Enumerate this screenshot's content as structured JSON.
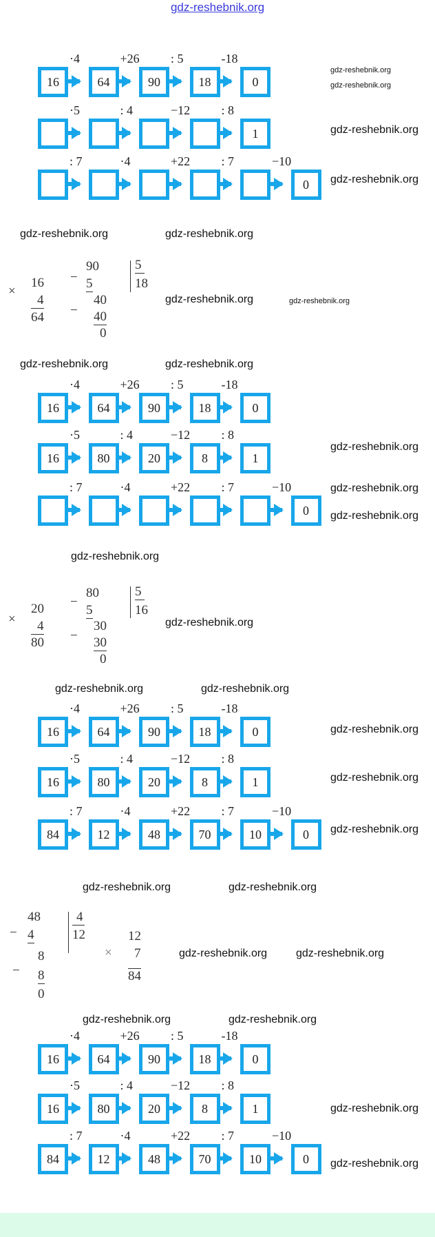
{
  "header": {
    "site_link": "gdz-reshebnik.org"
  },
  "watermark": "gdz-reshebnik.org",
  "colors": {
    "box_border": "#18a6ea",
    "footer": "#dcfbe9",
    "link": "#3b3bdd"
  },
  "groups": [
    {
      "rows": [
        {
          "values": [
            "16",
            "64",
            "90",
            "18",
            "0"
          ],
          "ops": [
            "·4",
            "+26",
            ": 5",
            "-18"
          ]
        },
        {
          "values": [
            "",
            "",
            "",
            "",
            "1"
          ],
          "ops": [
            "·5",
            ": 4",
            "−12",
            ": 8"
          ]
        },
        {
          "values": [
            "",
            "",
            "",
            "",
            "",
            "0"
          ],
          "ops": [
            ": 7",
            "·4",
            "+22",
            ": 7",
            "−10"
          ]
        }
      ]
    },
    {
      "rows": [
        {
          "values": [
            "16",
            "64",
            "90",
            "18",
            "0"
          ],
          "ops": [
            "·4",
            "+26",
            ": 5",
            "-18"
          ]
        },
        {
          "values": [
            "16",
            "80",
            "20",
            "8",
            "1"
          ],
          "ops": [
            "·5",
            ": 4",
            "−12",
            ": 8"
          ]
        },
        {
          "values": [
            "",
            "",
            "",
            "",
            "",
            "0"
          ],
          "ops": [
            ": 7",
            "·4",
            "+22",
            ": 7",
            "−10"
          ]
        }
      ]
    },
    {
      "rows": [
        {
          "values": [
            "16",
            "64",
            "90",
            "18",
            "0"
          ],
          "ops": [
            "·4",
            "+26",
            ": 5",
            "-18"
          ]
        },
        {
          "values": [
            "16",
            "80",
            "20",
            "8",
            "1"
          ],
          "ops": [
            "·5",
            ": 4",
            "−12",
            ": 8"
          ]
        },
        {
          "values": [
            "84",
            "12",
            "48",
            "70",
            "10",
            "0"
          ],
          "ops": [
            ": 7",
            "·4",
            "+22",
            ": 7",
            "−10"
          ]
        }
      ]
    },
    {
      "rows": [
        {
          "values": [
            "16",
            "64",
            "90",
            "18",
            "0"
          ],
          "ops": [
            "·4",
            "+26",
            ": 5",
            "-18"
          ]
        },
        {
          "values": [
            "16",
            "80",
            "20",
            "8",
            "1"
          ],
          "ops": [
            "·5",
            ": 4",
            "−12",
            ": 8"
          ]
        },
        {
          "values": [
            "84",
            "12",
            "48",
            "70",
            "10",
            "0"
          ],
          "ops": [
            ": 7",
            "·4",
            "+22",
            ": 7",
            "−10"
          ]
        }
      ]
    }
  ],
  "calc1": {
    "times": "×",
    "m1": "16",
    "m2": "4",
    "mres": "64",
    "minus": "−",
    "dividend": "90",
    "sub1": "5",
    "divisor": "5",
    "quotient": "18",
    "rem1": "40",
    "sub2": "40",
    "rem2": "0"
  },
  "calc2": {
    "times": "×",
    "m1": "20",
    "m2": "4",
    "mres": "80",
    "minus": "−",
    "dividend": "80",
    "sub1": "5",
    "divisor": "5",
    "quotient": "16",
    "rem1": "30",
    "sub2": "30",
    "rem2": "0"
  },
  "calc3": {
    "times": "×",
    "minus": "−",
    "dividend": "48",
    "sub1": "4",
    "divisor": "4",
    "quotient": "12",
    "rem1": "8",
    "sub2": "8",
    "rem2": "0",
    "m1": "12",
    "m2": "7",
    "mres": "84"
  }
}
